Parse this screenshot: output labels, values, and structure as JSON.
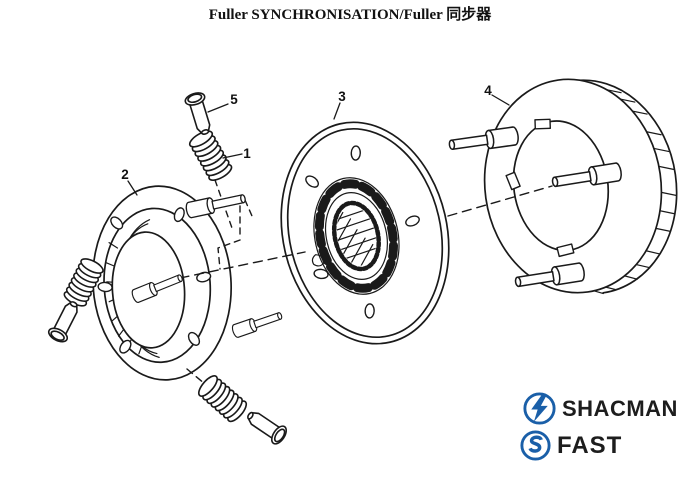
{
  "title": "Fuller SYNCHRONISATION/Fuller 同步器",
  "callouts": [
    {
      "label": "1"
    },
    {
      "label": "2"
    },
    {
      "label": "3"
    },
    {
      "label": "4"
    },
    {
      "label": "5"
    }
  ],
  "branding": {
    "shacman": "SHACMAN",
    "fast": "FAST"
  },
  "colors": {
    "line": "#1a1a1a",
    "background": "#ffffff",
    "logo_blue": "#1a5fa8",
    "logo_text": "#1d1d1d"
  }
}
